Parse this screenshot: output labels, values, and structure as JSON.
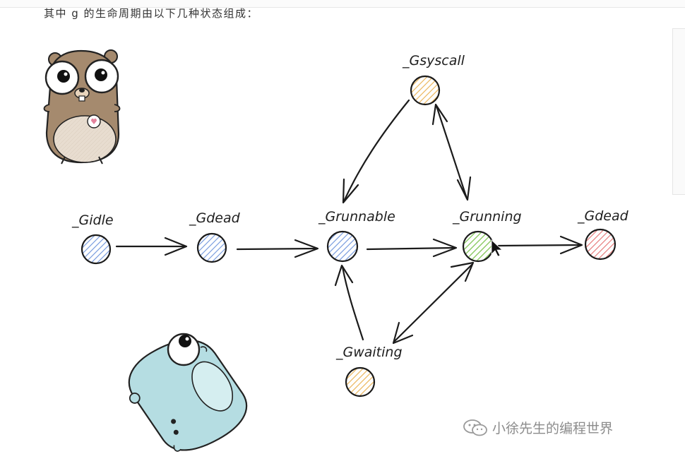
{
  "intro_text": "其中 g 的生命周期由以下几种状态组成：",
  "states": {
    "gidle": {
      "label": "_Gidle",
      "color": "#8fb0e8"
    },
    "gdead1": {
      "label": "_Gdead",
      "color": "#8fb0e8"
    },
    "grunnable": {
      "label": "_Grunnable",
      "color": "#8fb0e8"
    },
    "grunning": {
      "label": "_Grunning",
      "color": "#9bd474"
    },
    "gdead2": {
      "label": "_Gdead",
      "color": "#ee8f8f"
    },
    "gsyscall": {
      "label": "_Gsyscall",
      "color": "#f0c36e"
    },
    "gwaiting": {
      "label": "_Gwaiting",
      "color": "#f0c36e"
    }
  },
  "icons": {
    "gopher_brown": "gopher-mascot-brown",
    "gopher_blue": "gopher-mascot-blue",
    "wechat": "wechat-icon"
  },
  "watermark": "小徐先生的编程世界"
}
